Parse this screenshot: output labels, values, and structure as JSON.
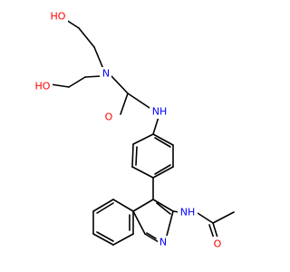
{
  "colors": {
    "bond": "#000000",
    "oxygen": "#ff0000",
    "nitrogen": "#0000ff",
    "background": "#ffffff"
  },
  "labels": {
    "ho_top": "HO",
    "ho_left": "HO",
    "n_amine": "N",
    "o_carbonyl_top": "O",
    "nh_amide_top": "NH",
    "nh_amide_bottom": "NH",
    "o_carbonyl_bottom": "O",
    "n_ring": "N"
  }
}
